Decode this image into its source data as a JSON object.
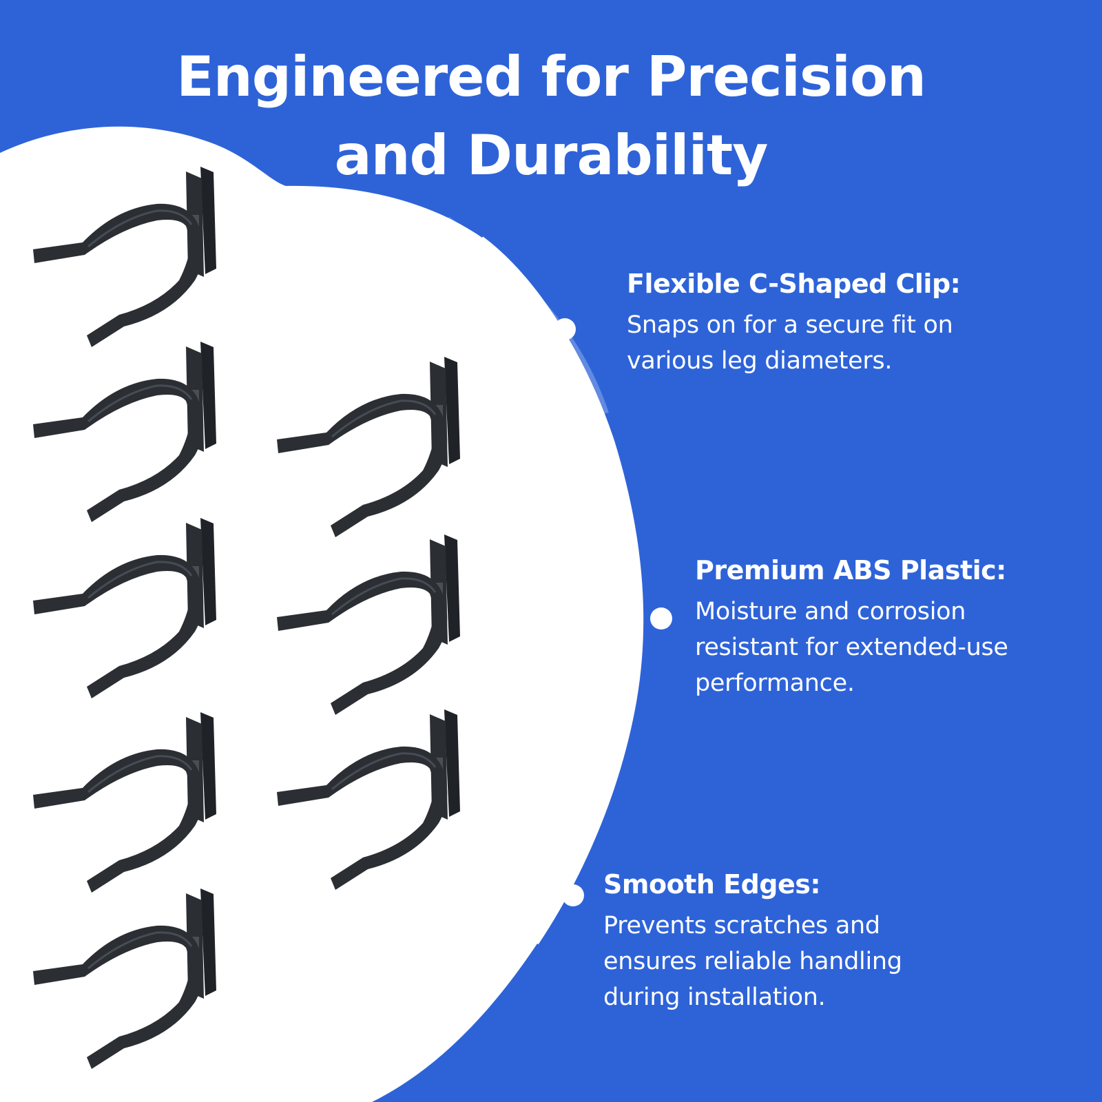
{
  "header": {
    "title_line1": "Engineered for Precision",
    "title_line2": "and Durability"
  },
  "features": [
    {
      "title": "Flexible C-Shaped Clip:",
      "lines": [
        "Snaps on for a secure fit on",
        "various leg diameters."
      ]
    },
    {
      "title": "Premium ABS Plastic:",
      "lines": [
        "Moisture and corrosion",
        "resistant for extended-use",
        "performance."
      ]
    },
    {
      "title": "Smooth Edges:",
      "lines": [
        "Prevents scratches and",
        "ensures reliable handling",
        "during installation."
      ]
    }
  ],
  "product": {
    "name": "black c-shaped clips",
    "count": 8
  },
  "colors": {
    "background": "#2e63d8",
    "panel": "#ffffff",
    "clip": "#2b2e33",
    "text": "#ffffff"
  }
}
